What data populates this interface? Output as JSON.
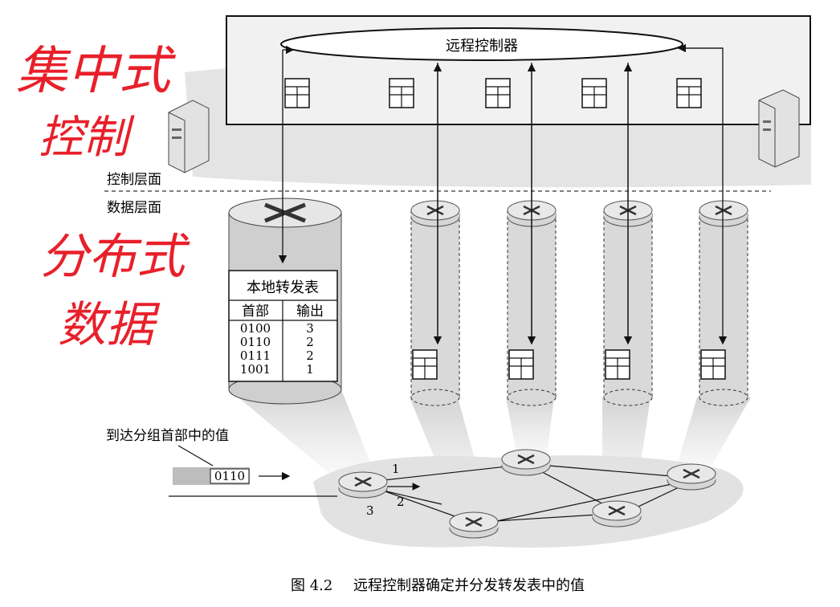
{
  "controller": {
    "label": "远程控制器"
  },
  "planes": {
    "control": "控制层面",
    "data": "数据层面"
  },
  "local_table": {
    "title": "本地转发表",
    "headers": [
      "首部",
      "输出"
    ],
    "rows": [
      [
        "0100",
        "3"
      ],
      [
        "0110",
        "2"
      ],
      [
        "0111",
        "2"
      ],
      [
        "1001",
        "1"
      ]
    ]
  },
  "packet": {
    "annotation": "到达分组首部中的值",
    "value": "0110"
  },
  "network": {
    "port_labels": [
      "1",
      "2",
      "3"
    ]
  },
  "caption": {
    "figure_no": "图 4.2",
    "text": "远程控制器确定并分发转发表中的值"
  },
  "handwriting": {
    "line1": "集中式",
    "line2": "控制",
    "line3": "分布式",
    "line4": "数据"
  },
  "colors": {
    "ink": "#111111",
    "handwriting": "#e8202a",
    "shade": "#d9d9d9",
    "packet": "#bdbdbd"
  }
}
